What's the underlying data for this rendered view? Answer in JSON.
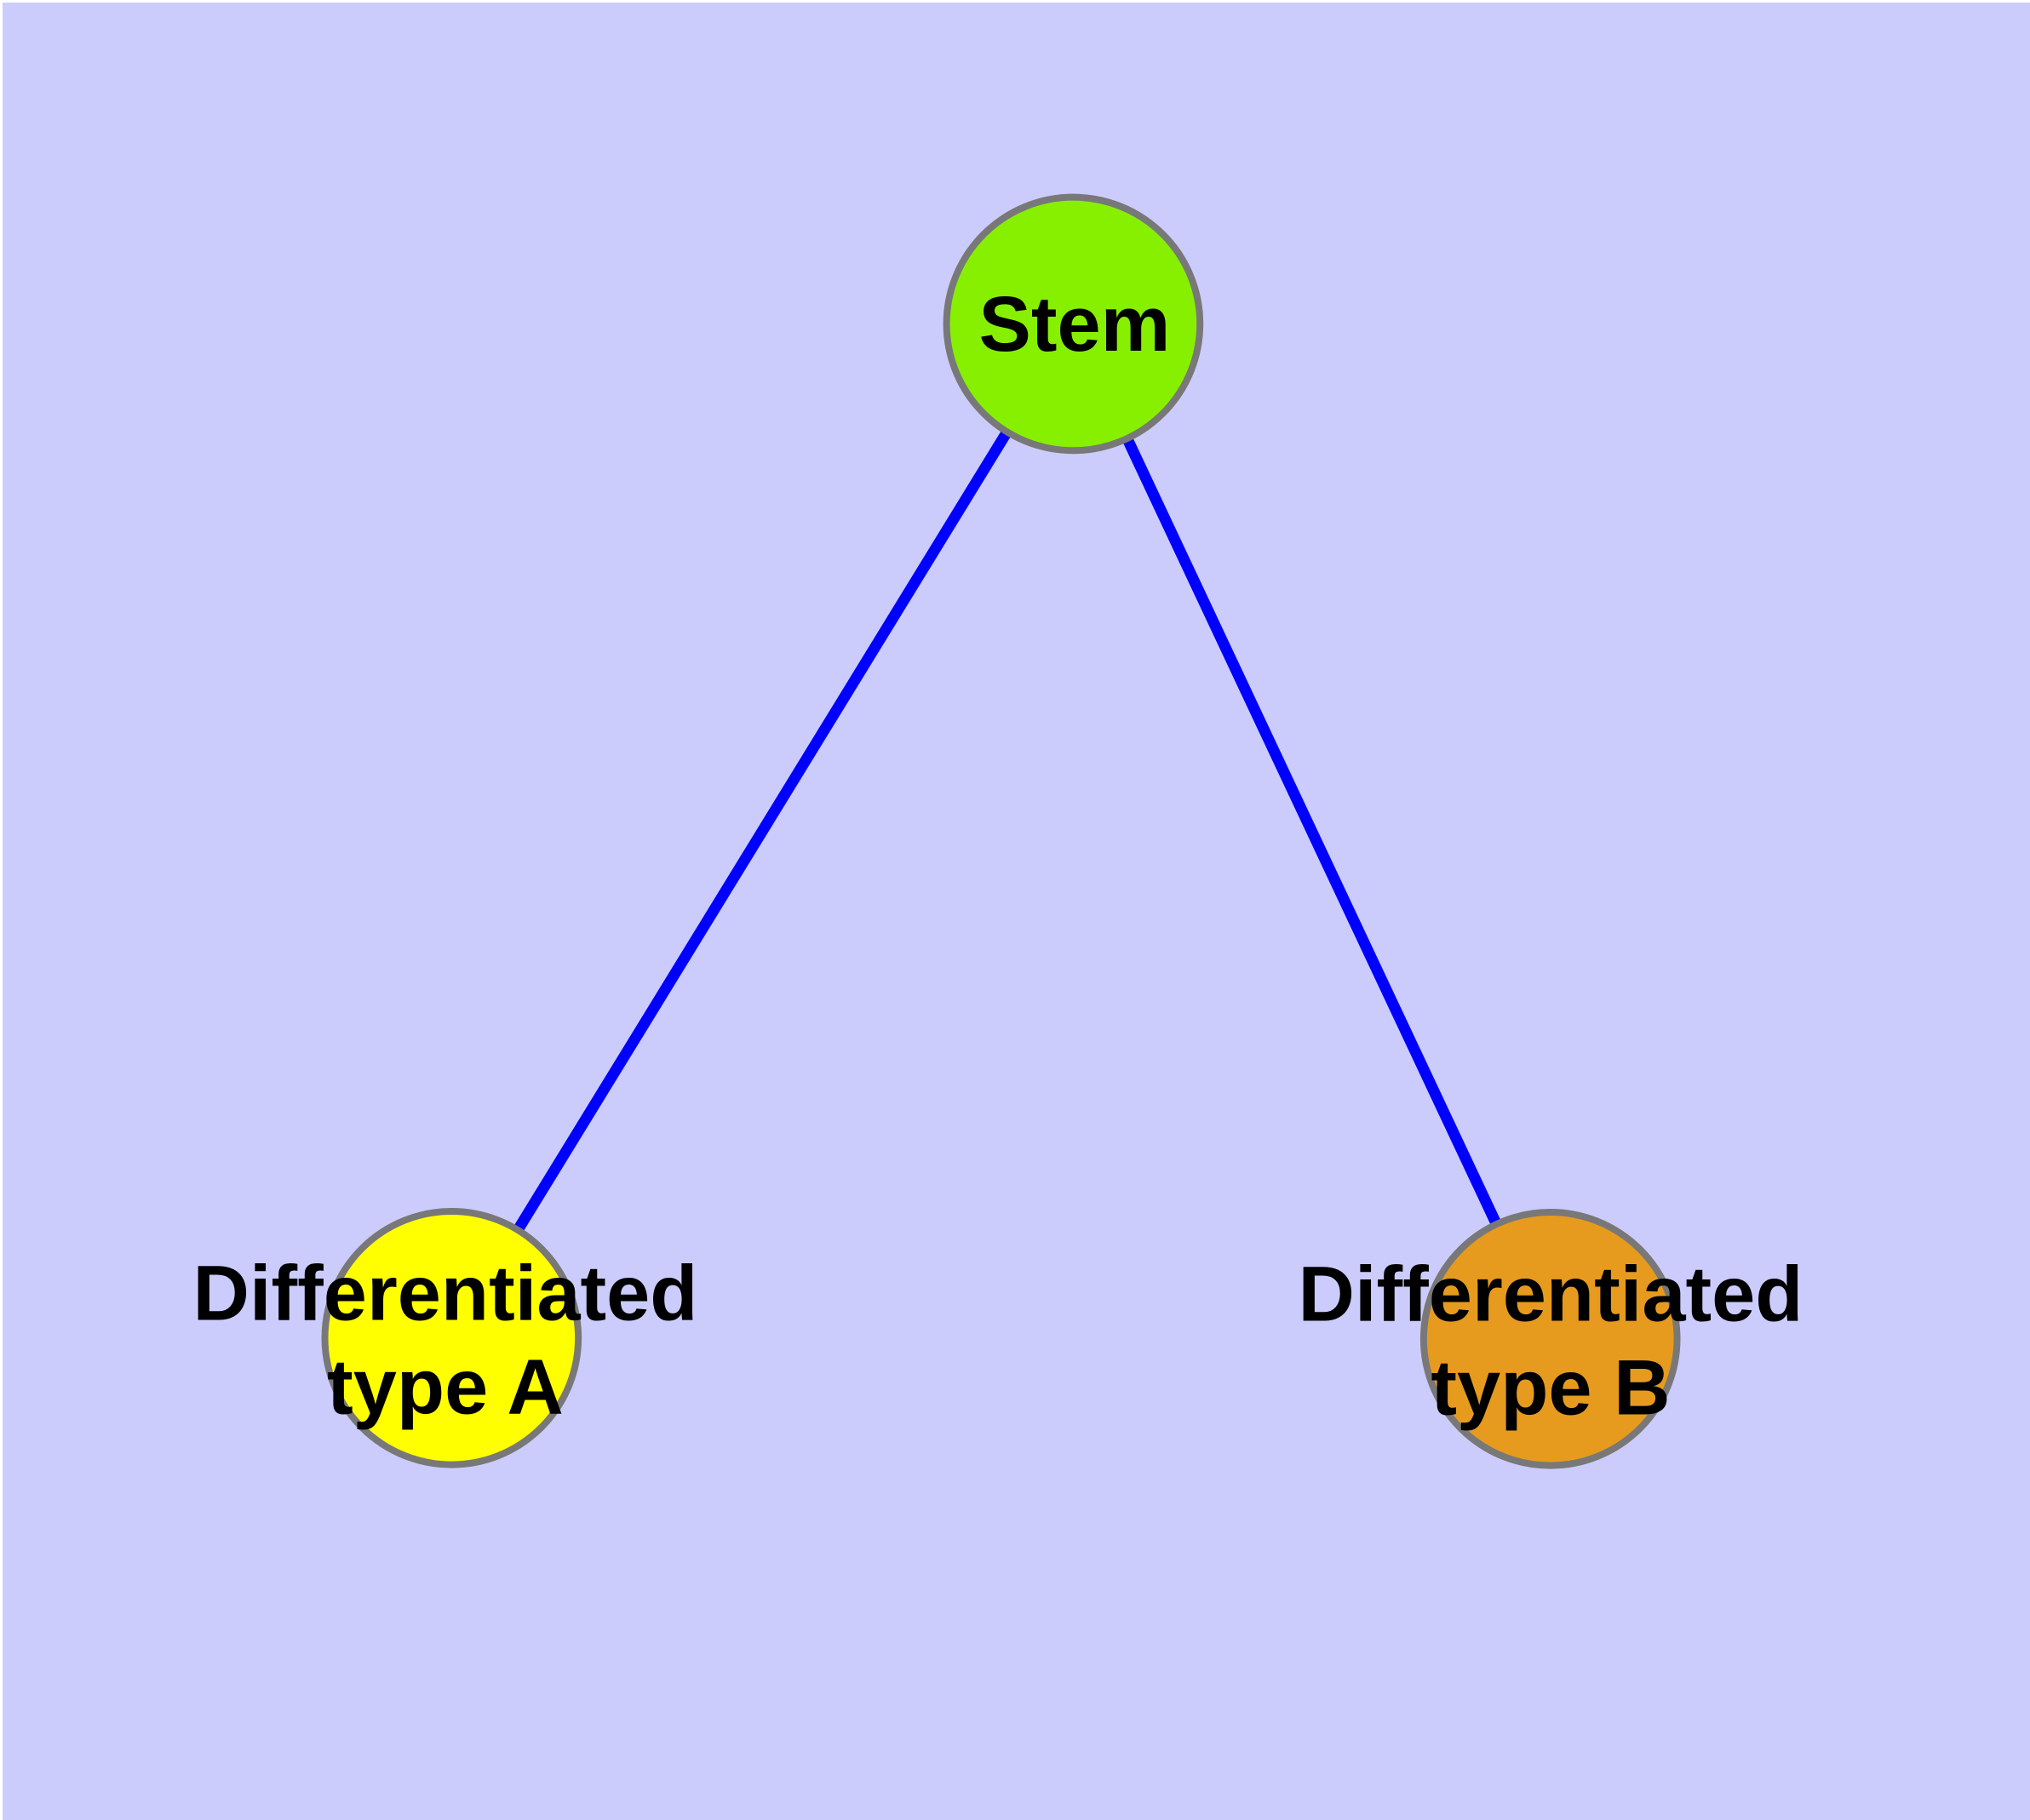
{
  "diagram": {
    "type": "graph",
    "background_color": "#CCCCFC",
    "edge_color": "#0000FF",
    "node_border_color": "#787878",
    "label_color": "#000000",
    "nodes": [
      {
        "id": "stem",
        "label": "Stem",
        "fill": "#86F000"
      },
      {
        "id": "differentiated-type-a",
        "label_lines": [
          "Differentiated",
          "type A"
        ],
        "fill": "#FFFF00"
      },
      {
        "id": "differentiated-type-b",
        "label_lines": [
          "Differentiated",
          "type B"
        ],
        "fill": "#E69B1E"
      }
    ],
    "edges": [
      {
        "from": "Stem",
        "to": "Differentiated type A"
      },
      {
        "from": "Stem",
        "to": "Differentiated type B"
      }
    ]
  }
}
